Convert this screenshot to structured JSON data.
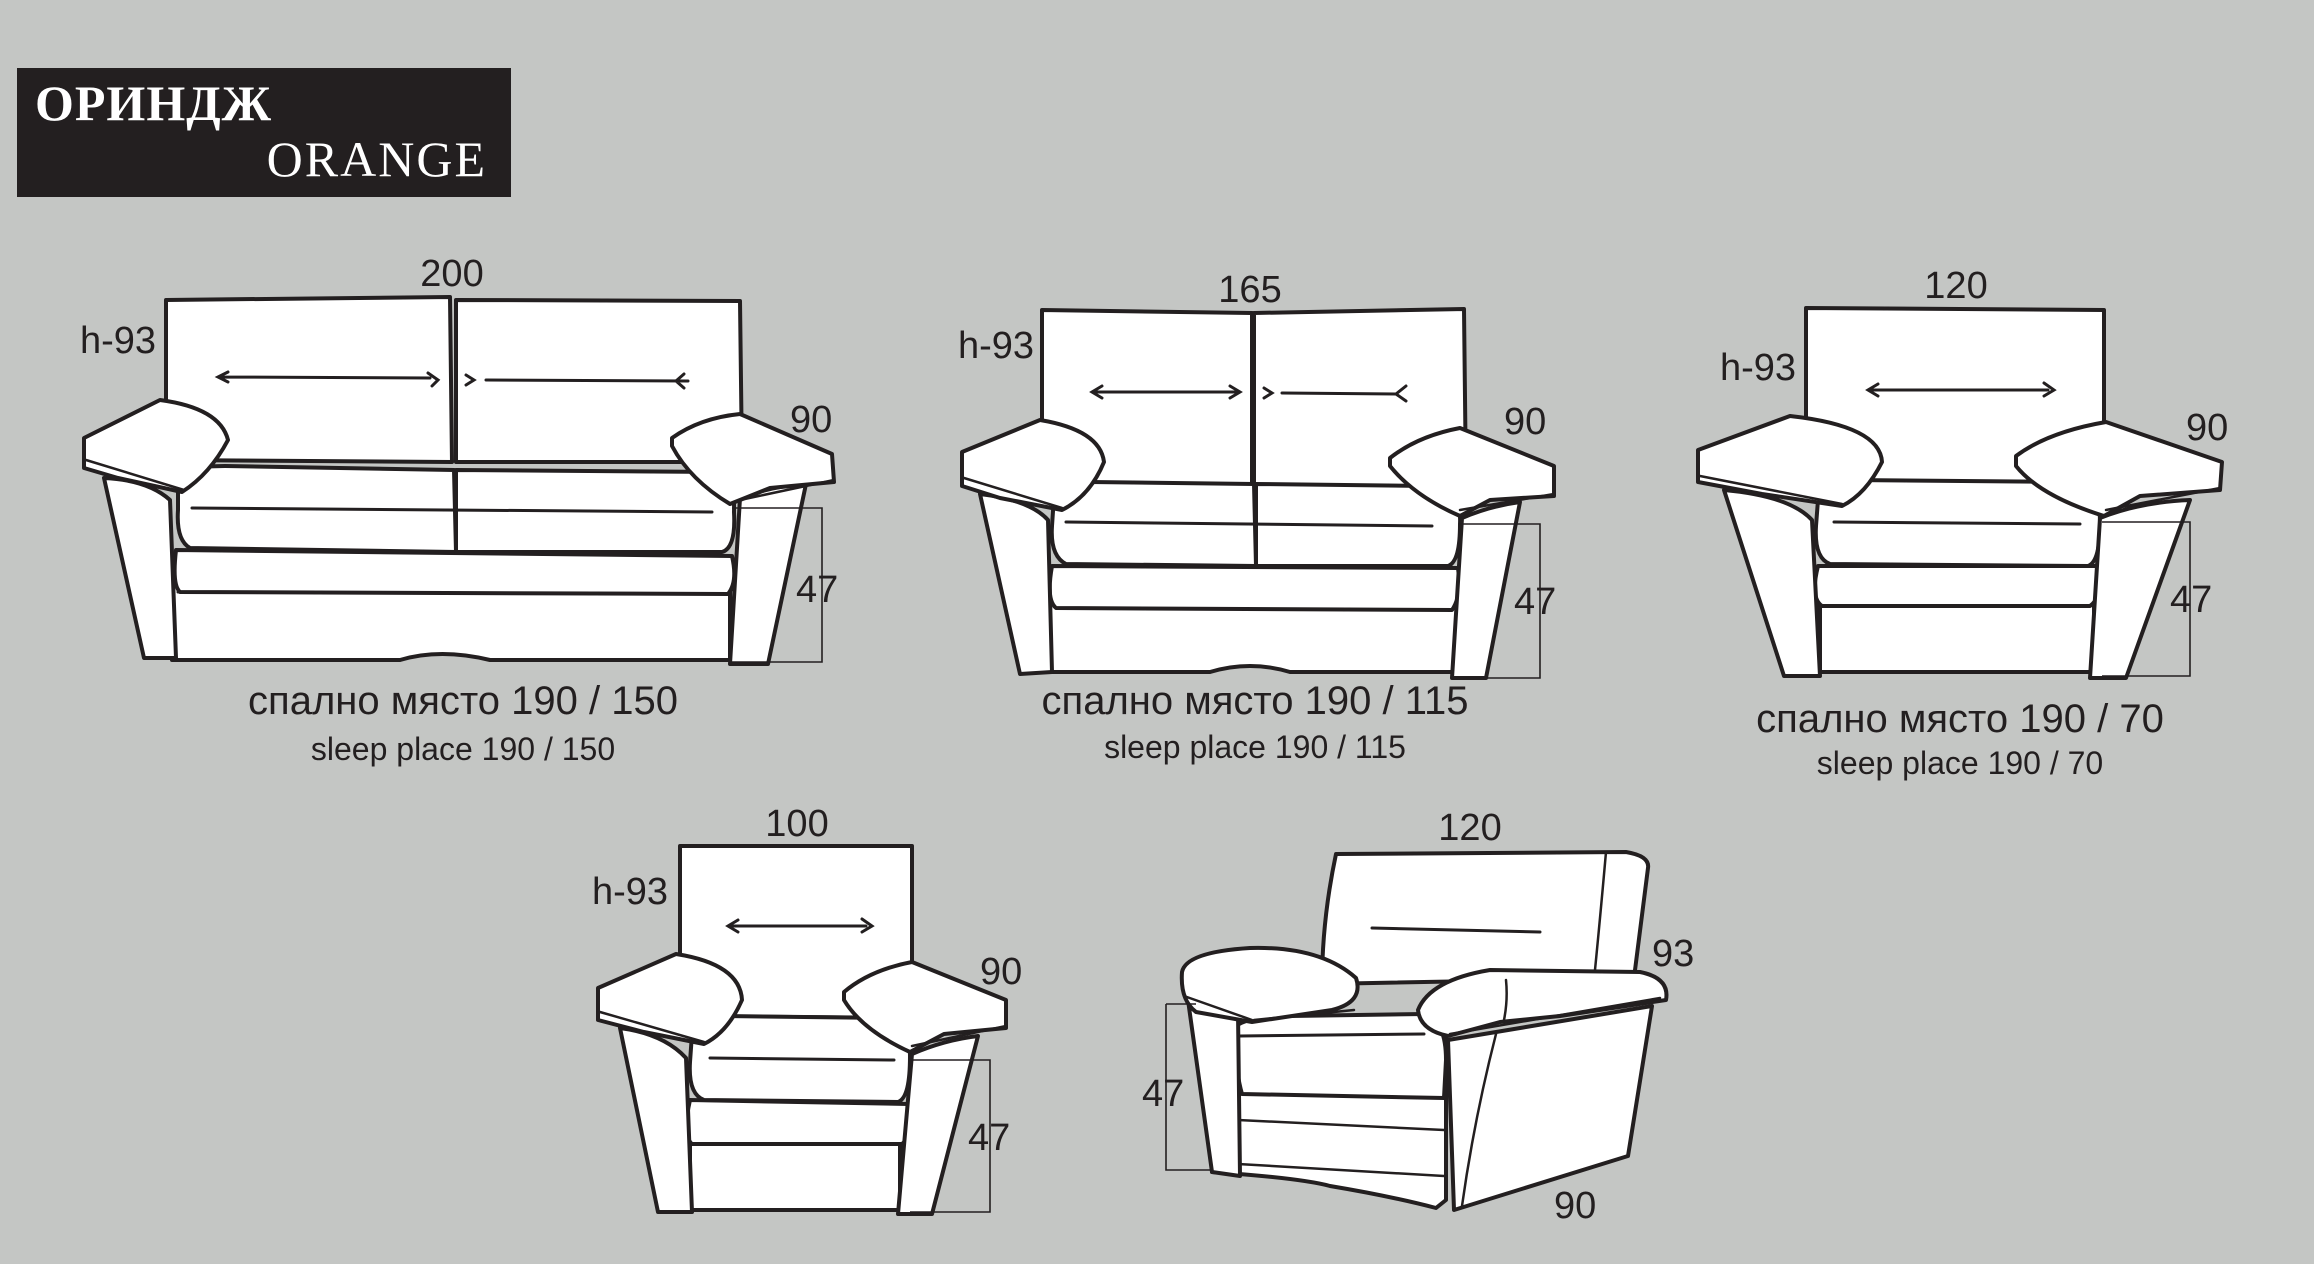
{
  "header": {
    "title_bg": "ОРИНДЖ",
    "title_en": "ORANGE"
  },
  "sofa_200": {
    "width": "200",
    "height": "h-93",
    "depth": "90",
    "seat": "47",
    "caption_bg": "спално място 190 / 150",
    "caption_en": "sleep place 190 / 150"
  },
  "sofa_165": {
    "width": "165",
    "height": "h-93",
    "depth": "90",
    "seat": "47",
    "caption_bg": "спално място 190 / 115",
    "caption_en": "sleep place 190 / 115"
  },
  "chair_120": {
    "width": "120",
    "height": "h-93",
    "depth": "90",
    "seat": "47",
    "caption_bg": "спално място 190 / 70",
    "caption_en": "sleep place 190 / 70"
  },
  "armchair_100": {
    "width": "100",
    "height": "h-93",
    "depth": "90",
    "seat": "47"
  },
  "armchair_120": {
    "width": "120",
    "height": "93",
    "depth": "90",
    "seat": "47"
  }
}
